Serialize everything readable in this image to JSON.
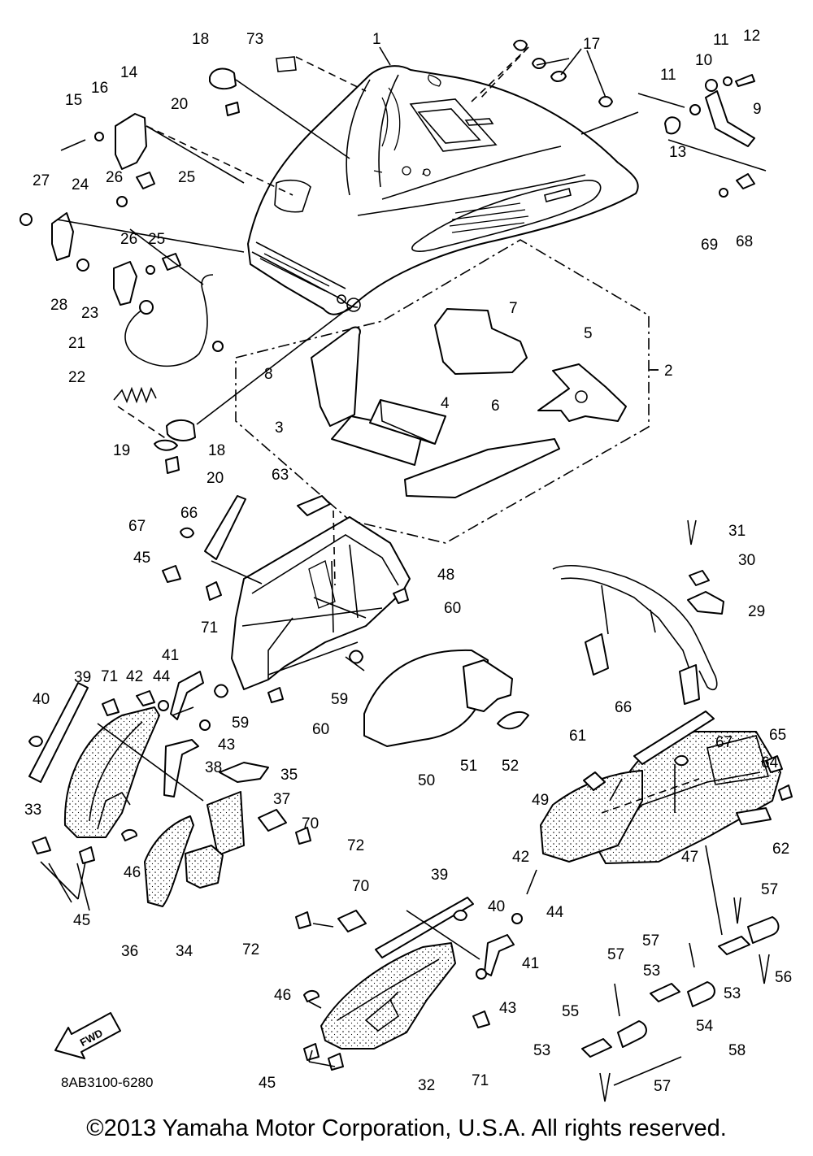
{
  "diagram": {
    "code": "8AB3100-6280",
    "copyright": "©2013 Yamaha Motor Corporation, U.S.A. All rights reserved.",
    "fwd_label": "FWD",
    "callouts": [
      {
        "id": "c1",
        "label": "1"
      },
      {
        "id": "c2",
        "label": "2"
      },
      {
        "id": "c3",
        "label": "3"
      },
      {
        "id": "c4",
        "label": "4"
      },
      {
        "id": "c5",
        "label": "5"
      },
      {
        "id": "c6",
        "label": "6"
      },
      {
        "id": "c7",
        "label": "7"
      },
      {
        "id": "c8",
        "label": "8"
      },
      {
        "id": "c9",
        "label": "9"
      },
      {
        "id": "c10",
        "label": "10"
      },
      {
        "id": "c11a",
        "label": "11"
      },
      {
        "id": "c11b",
        "label": "11"
      },
      {
        "id": "c12",
        "label": "12"
      },
      {
        "id": "c13",
        "label": "13"
      },
      {
        "id": "c14",
        "label": "14"
      },
      {
        "id": "c15",
        "label": "15"
      },
      {
        "id": "c16",
        "label": "16"
      },
      {
        "id": "c17",
        "label": "17"
      },
      {
        "id": "c18a",
        "label": "18"
      },
      {
        "id": "c18b",
        "label": "18"
      },
      {
        "id": "c19",
        "label": "19"
      },
      {
        "id": "c20a",
        "label": "20"
      },
      {
        "id": "c20b",
        "label": "20"
      },
      {
        "id": "c21",
        "label": "21"
      },
      {
        "id": "c22",
        "label": "22"
      },
      {
        "id": "c23",
        "label": "23"
      },
      {
        "id": "c24",
        "label": "24"
      },
      {
        "id": "c25a",
        "label": "25"
      },
      {
        "id": "c25b",
        "label": "25"
      },
      {
        "id": "c26a",
        "label": "26"
      },
      {
        "id": "c26b",
        "label": "26"
      },
      {
        "id": "c27",
        "label": "27"
      },
      {
        "id": "c28",
        "label": "28"
      },
      {
        "id": "c29",
        "label": "29"
      },
      {
        "id": "c30",
        "label": "30"
      },
      {
        "id": "c31",
        "label": "31"
      },
      {
        "id": "c32",
        "label": "32"
      },
      {
        "id": "c33",
        "label": "33"
      },
      {
        "id": "c34",
        "label": "34"
      },
      {
        "id": "c35",
        "label": "35"
      },
      {
        "id": "c36",
        "label": "36"
      },
      {
        "id": "c37",
        "label": "37"
      },
      {
        "id": "c38",
        "label": "38"
      },
      {
        "id": "c39a",
        "label": "39"
      },
      {
        "id": "c39b",
        "label": "39"
      },
      {
        "id": "c40a",
        "label": "40"
      },
      {
        "id": "c40b",
        "label": "40"
      },
      {
        "id": "c41a",
        "label": "41"
      },
      {
        "id": "c41b",
        "label": "41"
      },
      {
        "id": "c42a",
        "label": "42"
      },
      {
        "id": "c42b",
        "label": "42"
      },
      {
        "id": "c43a",
        "label": "43"
      },
      {
        "id": "c43b",
        "label": "43"
      },
      {
        "id": "c44a",
        "label": "44"
      },
      {
        "id": "c44b",
        "label": "44"
      },
      {
        "id": "c45a",
        "label": "45"
      },
      {
        "id": "c45b",
        "label": "45"
      },
      {
        "id": "c45c",
        "label": "45"
      },
      {
        "id": "c46a",
        "label": "46"
      },
      {
        "id": "c46b",
        "label": "46"
      },
      {
        "id": "c47",
        "label": "47"
      },
      {
        "id": "c48",
        "label": "48"
      },
      {
        "id": "c49",
        "label": "49"
      },
      {
        "id": "c50",
        "label": "50"
      },
      {
        "id": "c51",
        "label": "51"
      },
      {
        "id": "c52",
        "label": "52"
      },
      {
        "id": "c53a",
        "label": "53"
      },
      {
        "id": "c53b",
        "label": "53"
      },
      {
        "id": "c53c",
        "label": "53"
      },
      {
        "id": "c54",
        "label": "54"
      },
      {
        "id": "c55",
        "label": "55"
      },
      {
        "id": "c56",
        "label": "56"
      },
      {
        "id": "c57a",
        "label": "57"
      },
      {
        "id": "c57b",
        "label": "57"
      },
      {
        "id": "c57c",
        "label": "57"
      },
      {
        "id": "c57d",
        "label": "57"
      },
      {
        "id": "c58",
        "label": "58"
      },
      {
        "id": "c59a",
        "label": "59"
      },
      {
        "id": "c59b",
        "label": "59"
      },
      {
        "id": "c60a",
        "label": "60"
      },
      {
        "id": "c60b",
        "label": "60"
      },
      {
        "id": "c61",
        "label": "61"
      },
      {
        "id": "c62",
        "label": "62"
      },
      {
        "id": "c63",
        "label": "63"
      },
      {
        "id": "c64",
        "label": "64"
      },
      {
        "id": "c65",
        "label": "65"
      },
      {
        "id": "c66a",
        "label": "66"
      },
      {
        "id": "c66b",
        "label": "66"
      },
      {
        "id": "c67a",
        "label": "67"
      },
      {
        "id": "c67b",
        "label": "67"
      },
      {
        "id": "c68",
        "label": "68"
      },
      {
        "id": "c69",
        "label": "69"
      },
      {
        "id": "c70a",
        "label": "70"
      },
      {
        "id": "c70b",
        "label": "70"
      },
      {
        "id": "c71a",
        "label": "71"
      },
      {
        "id": "c71b",
        "label": "71"
      },
      {
        "id": "c71c",
        "label": "71"
      },
      {
        "id": "c72a",
        "label": "72"
      },
      {
        "id": "c72b",
        "label": "72"
      },
      {
        "id": "c73",
        "label": "73"
      }
    ]
  }
}
